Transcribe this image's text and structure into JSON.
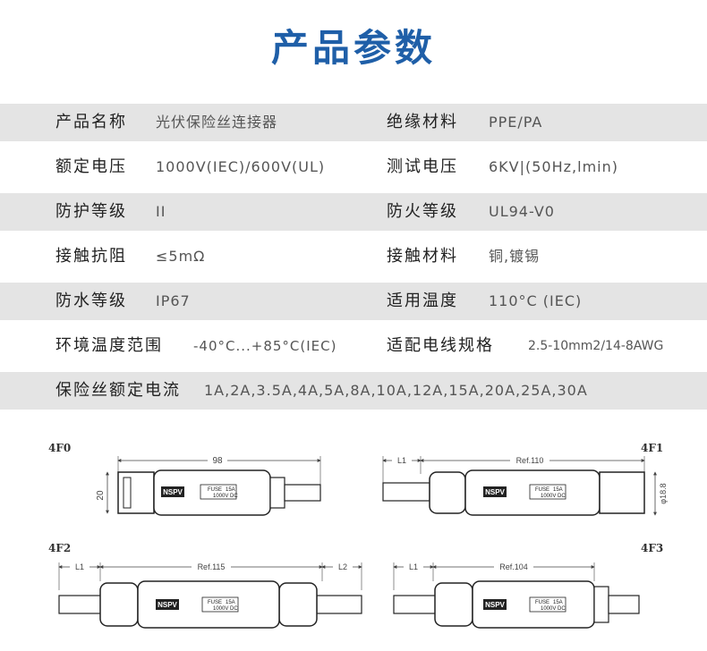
{
  "title": "产品参数",
  "params": [
    {
      "left_label": "产品名称",
      "left_value": "光伏保险丝连接器",
      "right_label": "绝缘材料",
      "right_value": "PPE/PA"
    },
    {
      "left_label": "额定电压",
      "left_value": "1000V(IEC)/600V(UL)",
      "right_label": "测试电压",
      "right_value": "6KV|(50Hz,lmin)"
    },
    {
      "left_label": "防护等级",
      "left_value": "II",
      "right_label": "防火等级",
      "right_value": "UL94-V0"
    },
    {
      "left_label": "接触抗阻",
      "left_value": "≤5mΩ",
      "right_label": "接触材料",
      "right_value": "铜,镀锡"
    },
    {
      "left_label": "防水等级",
      "left_value": "IP67",
      "right_label": "适用温度",
      "right_value": "110°C (IEC)"
    },
    {
      "left_label": "环境温度范围",
      "left_value": "-40°C...+85°C(IEC)",
      "right_label": "适配电线规格",
      "right_value": "2.5-10mm2/14-8AWG"
    }
  ],
  "fuse_row": {
    "label": "保险丝额定电流",
    "value": "1A,2A,3.5A,4A,5A,8A,10A,12A,15A,20A,25A,30A"
  },
  "diagrams": [
    {
      "tag": "4F0",
      "dims": [
        "98",
        "20"
      ]
    },
    {
      "tag": "4F1",
      "dims": [
        "L1",
        "Ref.110",
        "φ18.8"
      ]
    },
    {
      "tag": "4F2",
      "dims": [
        "L1",
        "Ref.115",
        "L2"
      ]
    },
    {
      "tag": "4F3",
      "dims": [
        "L1",
        "Ref.104"
      ]
    }
  ],
  "product": {
    "brand": "NSPV",
    "fuse_word": "FUSE",
    "rating_a": "15A",
    "rating_v": "1000V DC"
  }
}
